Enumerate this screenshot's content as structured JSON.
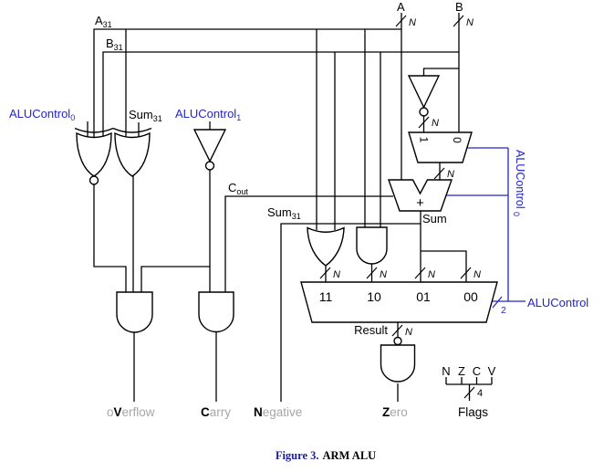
{
  "colors": {
    "wire_blue": "#2424cd",
    "caption_blue": "#1c1c9c",
    "dim_gray": "#a6a6a6"
  },
  "top": {
    "a31": {
      "main": "A",
      "sub": "31"
    },
    "b31": {
      "main": "B",
      "sub": "31"
    },
    "a": {
      "main": "A"
    },
    "b": {
      "main": "B"
    }
  },
  "left": {
    "alucontrol0": {
      "main": "ALUControl",
      "sub": "0"
    },
    "sum31": {
      "main": "Sum",
      "sub": "31"
    },
    "alucontrol1": {
      "main": "ALUControl",
      "sub": "1"
    },
    "cout": {
      "main": "C",
      "sub": "out"
    }
  },
  "mid": {
    "sum31": {
      "main": "Sum",
      "sub": "31"
    },
    "sum": "Sum",
    "plus": "+",
    "result": "Result"
  },
  "mux2": {
    "in1": "1",
    "in0": "0"
  },
  "mux4": {
    "in11": "11",
    "in10": "10",
    "in01": "01",
    "in00": "00"
  },
  "right": {
    "alucontrol0_vertical": {
      "main": "ALUControl",
      "sub": "0"
    },
    "alucontrol": "ALUControl",
    "width2": "2"
  },
  "bus": {
    "n": "N",
    "width4": "4"
  },
  "flags": {
    "n": "N",
    "z": "Z",
    "c": "C",
    "v": "V",
    "label": "Flags"
  },
  "outputs": {
    "overflow": {
      "pre": "o",
      "cap": "V",
      "rest": "erflow"
    },
    "carry": {
      "cap": "C",
      "rest": "arry"
    },
    "negative": {
      "cap": "N",
      "rest": "egative"
    },
    "zero": {
      "cap": "Z",
      "rest": "ero"
    }
  },
  "caption": {
    "figure": "Figure 3.",
    "title": "ARM ALU"
  }
}
